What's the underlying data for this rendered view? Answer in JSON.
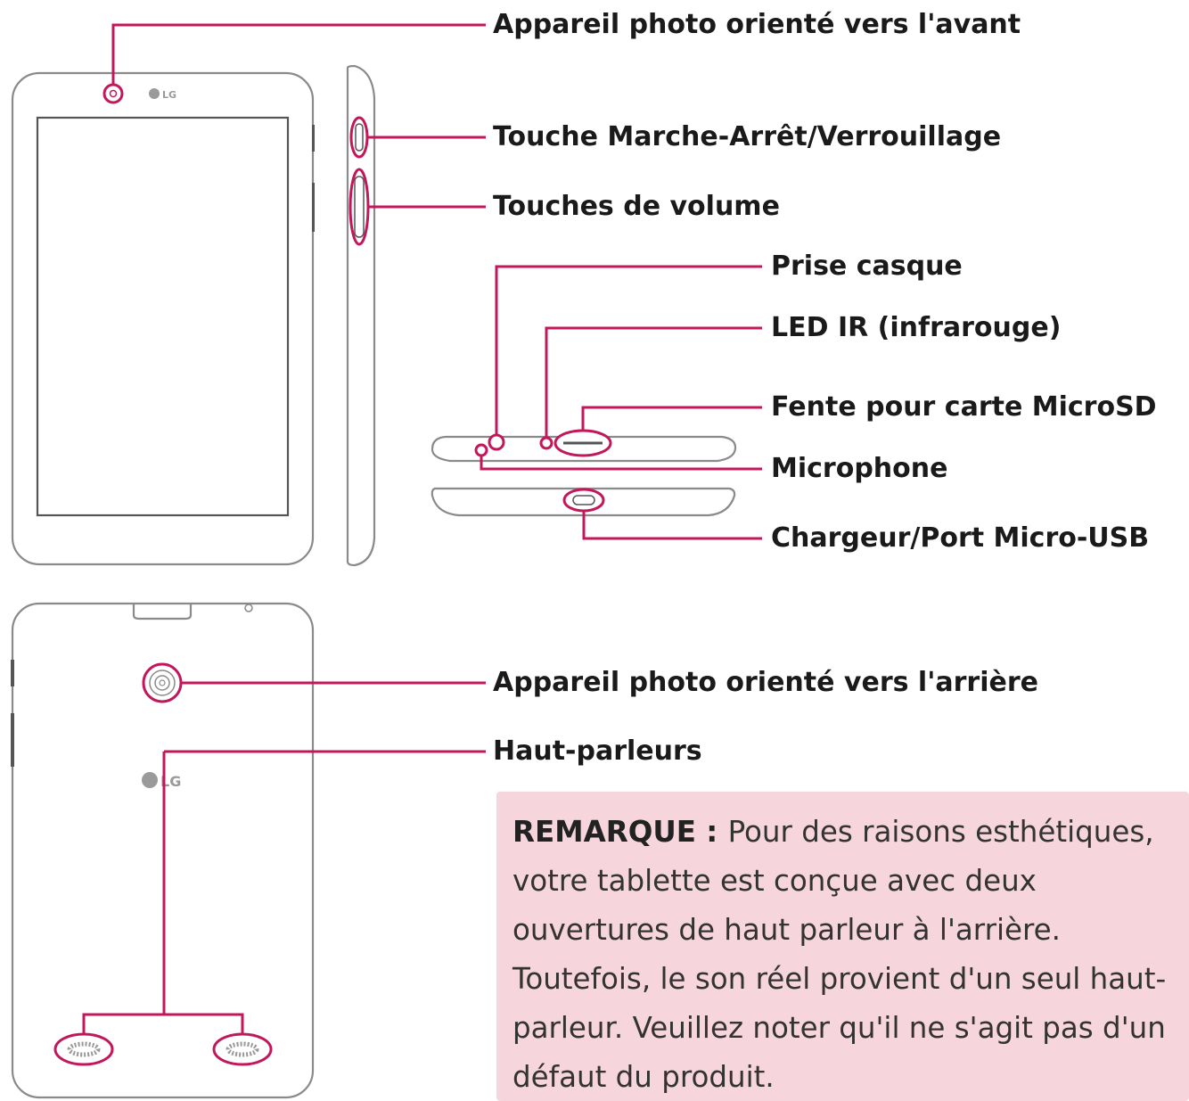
{
  "labels": {
    "front_camera": "Appareil photo orienté vers l'avant",
    "power_lock": "Touche Marche-Arrêt/Verrouillage",
    "volume": "Touches de volume",
    "headset_jack": "Prise casque",
    "ir_led": "LED IR (infrarouge)",
    "microsd_slot": "Fente pour carte MicroSD",
    "microphone": "Microphone",
    "charger_port": "Chargeur/Port Micro-USB",
    "rear_camera": "Appareil photo orienté vers l'arrière",
    "speakers": "Haut-parleurs"
  },
  "logo_text": "LG",
  "note": {
    "title": "REMARQUE :",
    "body": "Pour des raisons esthétiques, votre tablette est conçue avec deux ouvertures de haut parleur à l'arrière. Toutefois, le son réel provient d'un seul haut-parleur. Veuillez noter qu'il ne s'agit pas d'un défaut du produit."
  },
  "colors": {
    "callout": "#c2185b",
    "outline": "#8a8a8a",
    "note_bg": "#f6d6dc",
    "text": "#1a1a1a"
  }
}
